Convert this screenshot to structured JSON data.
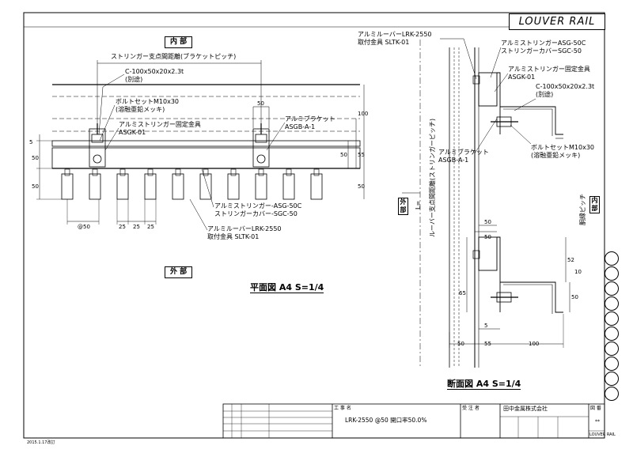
{
  "sheet_title": "LOUVER  RAIL",
  "plan": {
    "inner_label": "内 部",
    "outer_label": "外 部",
    "pitch_label": "ストリンガー支点間距離(ブラケットピッチ)",
    "channel_label_1": "C-100x50x20x2.3t",
    "channel_label_2": "(別途)",
    "bolt_label_1": "ボルトセットM10x30",
    "bolt_label_2": "(溶融亜鉛メッキ)",
    "fix_label_1": "アルミストリンガー固定金具",
    "fix_label_2": "ASGK-01",
    "bracket_label_1": "アルミブラケット",
    "bracket_label_2": "ASGB-A-1",
    "stringer_label_1": "アルミストリンガー-ASG-50C",
    "stringer_label_2": "ストリンガーカバー-SGC-50",
    "louver_label_1": "アルミルーバーLRK-2550",
    "louver_label_2": "取付金具 SLTK-01",
    "dims": {
      "d50_top": "50",
      "d100": "100",
      "d55": "55",
      "d50_r1": "50",
      "d50_r2": "50",
      "d5": "5",
      "d50_l1": "50",
      "d50_l2": "50",
      "pitch": "@50",
      "d25a": "25",
      "d25b": "25",
      "d25c": "25"
    },
    "caption": "平面図 A4 S=1/4"
  },
  "section": {
    "louver_label_1": "アルミルーバーLRK-2550",
    "louver_label_2": "取付金具 SLTK-01",
    "stringer_label_1": "アルミストリンガーASG-50C",
    "stringer_label_2": "ストリンガーカバーSGC-50",
    "fix_label_1": "アルミストリンガー固定金具",
    "fix_label_2": "ASGK-01",
    "channel_label_1": "C-100x50x20x2.3t",
    "channel_label_2": "(別途)",
    "bolt_label_1": "ボルトセットM10x30",
    "bolt_label_2": "(溶融亜鉛メッキ)",
    "bracket_label_1": "アルミブラケット",
    "bracket_label_2": "ASGB-A-1",
    "outer_label": "外部",
    "inner_label": "内部",
    "vert_pitch": "ルーバー支点間距離(ストリンガーピッチ)",
    "l_equals": "L=",
    "bracket_pitch": "胴縁ピッチ",
    "dims": {
      "d50a": "50",
      "d50b": "50",
      "d52": "52",
      "d10": "10",
      "d65": "65",
      "d50c": "50",
      "d5": "5",
      "d50_bot": "50",
      "d55": "55",
      "d100": "100"
    },
    "caption": "断面図 A4 S=1/4"
  },
  "title_block": {
    "work_name_label": "工 事 名",
    "work_name": "LRK-2550 @50 開口率50.0%",
    "client_label": "受 注 者",
    "company": "田中金属株式会社",
    "drawing_no_label": "図 番",
    "drawing_no": "**",
    "file": "LOUVER RAIL",
    "date_code": "2015.1.17改訂"
  }
}
